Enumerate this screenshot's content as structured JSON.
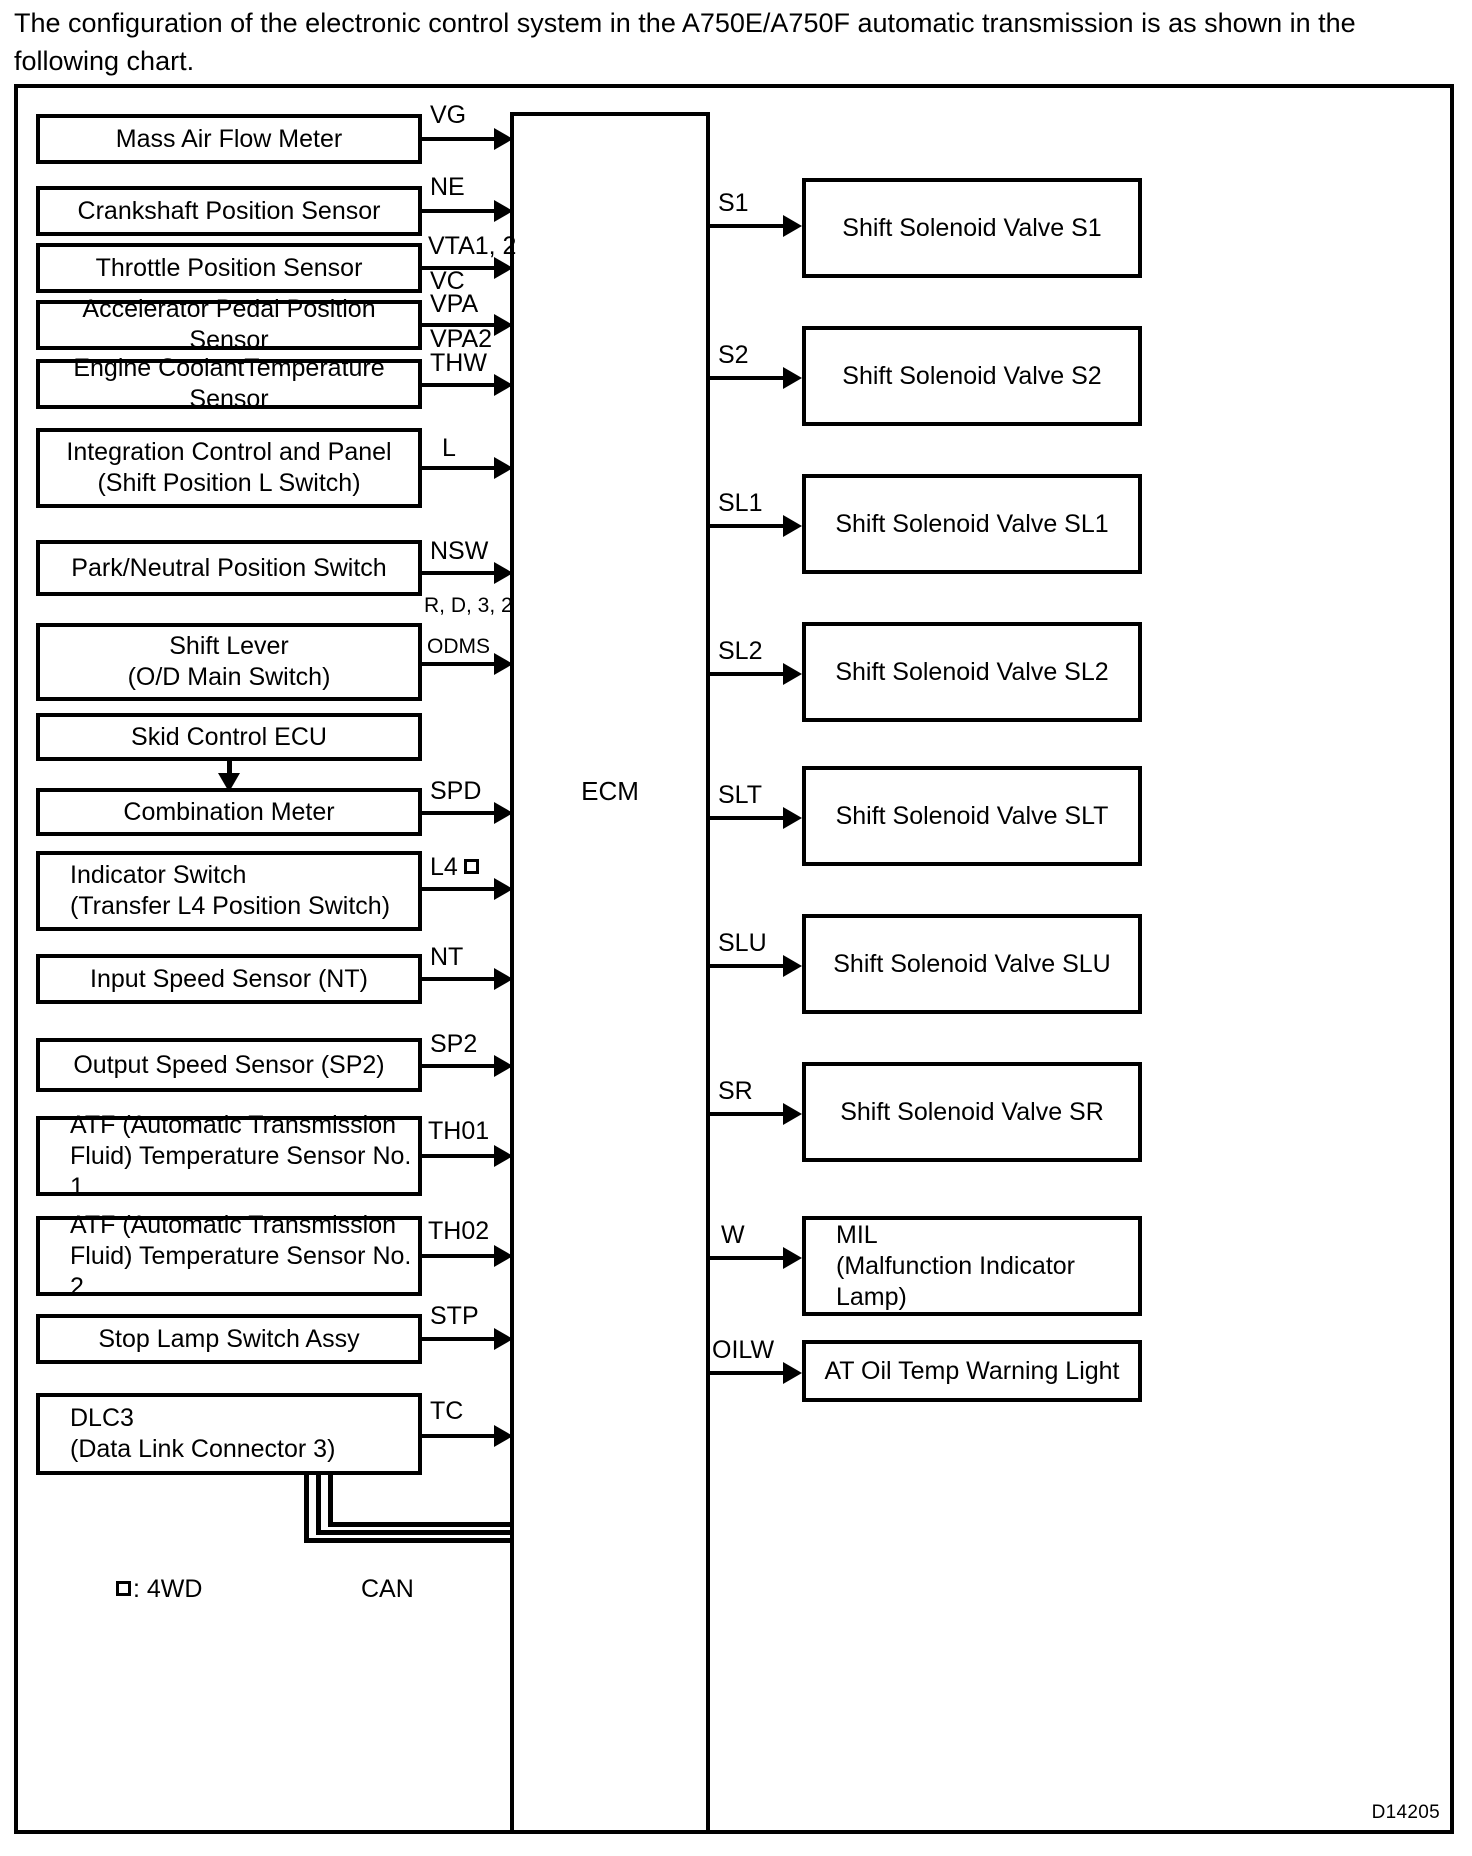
{
  "intro": {
    "text": "The configuration of the electronic control system in the A750E/A750F automatic transmission is as shown in the following chart."
  },
  "diagram": {
    "code": "D14205",
    "ecm_label": "ECM",
    "can_label": "CAN",
    "legend_text": ": 4WD",
    "inputs": [
      {
        "label": "Mass Air Flow Meter",
        "signals": [
          "VG"
        ]
      },
      {
        "label": "Crankshaft Position Sensor",
        "signals": [
          "NE"
        ]
      },
      {
        "label": "Throttle Position Sensor",
        "signals": [
          "VTA1, 2",
          "VC"
        ]
      },
      {
        "label": "Accelerator Pedal Position Sensor",
        "signals": [
          "VPA",
          "VPA2"
        ]
      },
      {
        "label": "Engine CoolantTemperature Sensor",
        "signals": [
          "THW"
        ]
      },
      {
        "label": "Integration Control and Panel\n(Shift Position L Switch)",
        "signals": [
          "L"
        ]
      },
      {
        "label": "Park/Neutral Position Switch",
        "signals": [
          "NSW",
          "R, D, 3, 2"
        ]
      },
      {
        "label": "Shift Lever\n(O/D Main Switch)",
        "signals": [
          "ODMS"
        ]
      },
      {
        "label": "Skid Control ECU",
        "signals": []
      },
      {
        "label": "Combination Meter",
        "signals": [
          "SPD"
        ]
      },
      {
        "label": "Indicator Switch\n(Transfer L4 Position Switch)",
        "signals": [
          "L4"
        ]
      },
      {
        "label": "Input Speed Sensor (NT)",
        "signals": [
          "NT"
        ]
      },
      {
        "label": "Output Speed Sensor (SP2)",
        "signals": [
          "SP2"
        ]
      },
      {
        "label": "ATF (Automatic Transmission\nFluid) Temperature Sensor No. 1",
        "signals": [
          "TH01"
        ]
      },
      {
        "label": "ATF (Automatic Transmission\nFluid) Temperature Sensor No. 2",
        "signals": [
          "TH02"
        ]
      },
      {
        "label": "Stop Lamp Switch Assy",
        "signals": [
          "STP"
        ]
      },
      {
        "label": "DLC3\n(Data Link Connector 3)",
        "signals": [
          "TC"
        ]
      }
    ],
    "outputs": [
      {
        "label": "Shift Solenoid Valve S1",
        "signal": "S1"
      },
      {
        "label": "Shift Solenoid Valve S2",
        "signal": "S2"
      },
      {
        "label": "Shift Solenoid Valve SL1",
        "signal": "SL1"
      },
      {
        "label": "Shift Solenoid Valve SL2",
        "signal": "SL2"
      },
      {
        "label": "Shift Solenoid Valve SLT",
        "signal": "SLT"
      },
      {
        "label": "Shift Solenoid Valve SLU",
        "signal": "SLU"
      },
      {
        "label": "Shift Solenoid Valve SR",
        "signal": "SR"
      },
      {
        "label": "MIL\n(Malfunction Indicator Lamp)",
        "signal": "W"
      },
      {
        "label": "AT Oil Temp Warning Light",
        "signal": "OILW"
      }
    ]
  }
}
